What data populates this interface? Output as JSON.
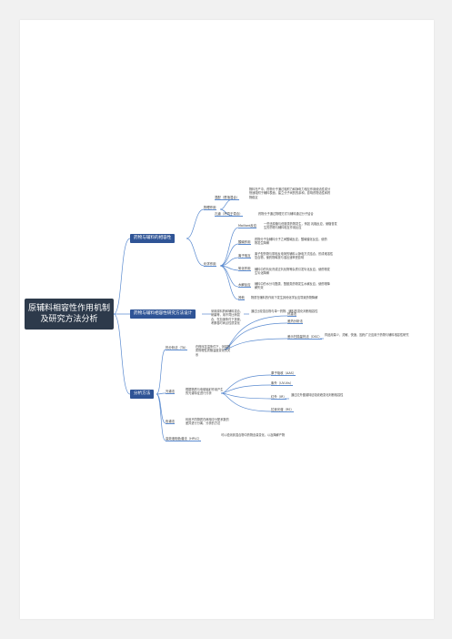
{
  "root": {
    "title": "原辅料相容性作用机制及研究方法分析"
  },
  "branch1": {
    "label": "药物与辅料的相容性",
    "physical": {
      "label": "物理作用",
      "items": [
        {
          "label": "混配（是指混合）",
          "text": "物料在产中，药物分子通过吸附力和静电力相互作用使活性成分快速吸附于辅料表面，建立分子间的的亲和，影响药物活性和药物稳定"
        },
        {
          "label": "孔道（不同于混合）",
          "text": "药物分子通过物理方式与辅料通过分子结合"
        }
      ]
    },
    "chemical": {
      "label": "化学作用",
      "items": [
        {
          "label": "Maillard反应",
          "text": "一些还原糖与伯胺类药物发生，例如 乳糖反应，使糖苷发生的药物与辅料相互作用反应"
        },
        {
          "label": "酸碱作用",
          "text": "药物分子及辅料分子之间酸碱反应，酸碱催化反应，使药物发生降解"
        },
        {
          "label": "离子相互",
          "text": "离子型药物与带相反电荷的辅料以静电方式结合，形成难溶性复合物，使药物释放与溶出速率受影响"
        },
        {
          "label": "氧化作用",
          "text": "辅料中的氧化剂或过氧化物等杂质引发氧化反应，使药物发生氧化降解"
        },
        {
          "label": "水解反应",
          "text": "辅料中的水分与酯类、酰胺类药物发生水解反应，使药物降解失效"
        },
        {
          "label": "其他",
          "text": "物质在辅料的作用下发生其他化学反应导致药物降解"
        }
      ]
    }
  },
  "branch2": {
    "label": "药物与辅料相容性研究方法设计",
    "design": "采用原料药和辅料混合、研磨等，用不同比例混合，在加速条件下放置，考察各时间点性质变化",
    "result": "通过比较混合物与单一药物、辅料的变化判断相容性"
  },
  "branch3": {
    "label": "分析方法",
    "thermal": {
      "label": "热分析法（TA）",
      "text": "在程序控温条件下，测量物质物理性质随温度变化的关系",
      "items": [
        "热重法",
        "差热分析法",
        "差示扫描量热法（DSC）"
      ],
      "dsc_text": "样品用量少，灵敏、快速，因而广泛应用于药物与辅料相容性研究"
    },
    "spectral": {
      "label": "光谱法",
      "text": "根据物质与电磁辐射作用产生的光谱特征进行分析",
      "items": [
        "原子吸收（AAS）",
        "紫外（UV-Vis）",
        "红外（IR）",
        "拉曼光谱（RS）"
      ],
      "ir_text": "通过红外图谱特征吸收峰变化判断相容性"
    },
    "chromatography": {
      "label": "色谱法",
      "text": "利用不同物质在两相中分配系数的差异进行分离、分析的方法"
    },
    "hplc": {
      "label": "高效液相色谱法（HPLC）",
      "text": "可以检测到混合物中药物含量变化，以及降解产物"
    }
  }
}
